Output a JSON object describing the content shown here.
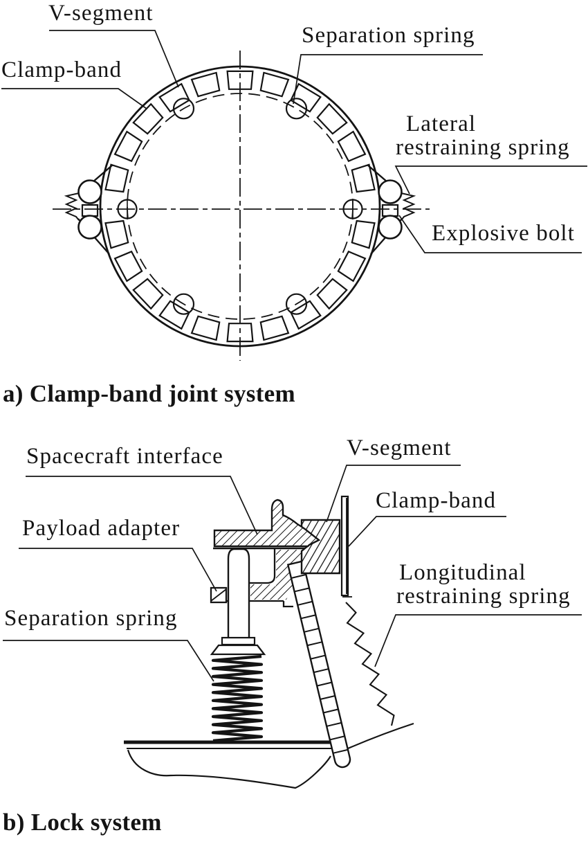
{
  "page": {
    "background": "#ffffff",
    "ink": "#141414"
  },
  "figure_a": {
    "caption": "a) Clamp-band joint system",
    "labels": {
      "v_segment": "V-segment",
      "clamp_band": "Clamp-band",
      "separation_spring": "Separation spring",
      "lateral_restraining_spring_line1": "Lateral",
      "lateral_restraining_spring_line2": "restraining spring",
      "explosive_bolt": "Explosive bolt"
    }
  },
  "figure_b": {
    "caption": "b) Lock system",
    "labels": {
      "spacecraft_interface": "Spacecraft interface",
      "v_segment": "V-segment",
      "clamp_band": "Clamp-band",
      "payload_adapter": "Payload adapter",
      "separation_spring": "Separation spring",
      "longitudinal_restraining_spring_line1": "Longitudinal",
      "longitudinal_restraining_spring_line2": "restraining spring"
    }
  }
}
